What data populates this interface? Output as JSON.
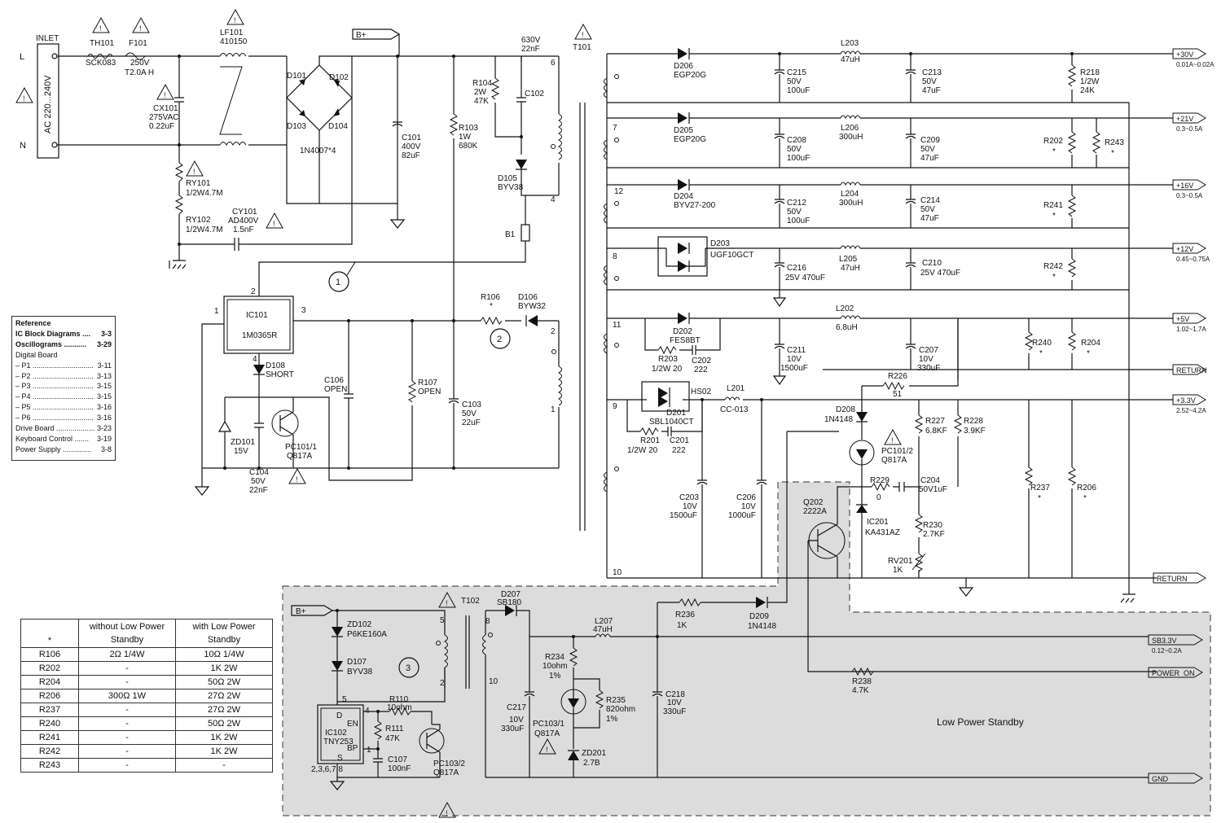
{
  "inlet": {
    "title": "INLET",
    "voltage": "AC 220...240V",
    "line": "L",
    "neutral": "N"
  },
  "components": {
    "th101": {
      "ref": "TH101",
      "value": "SCK083"
    },
    "f101": {
      "ref": "F101",
      "value1": "250V",
      "value2": "T2.0A H"
    },
    "lf101": {
      "ref": "LF101",
      "value": "410150"
    },
    "cx101": {
      "ref": "CX101",
      "value1": "275VAC",
      "value2": "0.22uF"
    },
    "bridge": {
      "d101": "D101",
      "d102": "D102",
      "d103": "D103",
      "d104": "D104",
      "part": "1N4007*4"
    },
    "bplus": "B+",
    "ry101": {
      "ref": "RY101",
      "value": "1/2W4.7M"
    },
    "ry102": {
      "ref": "RY102",
      "value": "1/2W4.7M"
    },
    "cy101": {
      "ref": "CY101",
      "value1": "AD400V",
      "value2": "1.5nF"
    },
    "c101": {
      "ref": "C101",
      "value1": "400V",
      "value2": "82uF"
    },
    "r103": {
      "ref": "R103",
      "value1": "1W",
      "value2": "680K"
    },
    "snubber_cap": {
      "value1": "630V",
      "value2": "22nF"
    },
    "r104": {
      "ref": "R104",
      "value1": "2W",
      "value2": "47K"
    },
    "c102": {
      "ref": "C102"
    },
    "d105": {
      "ref": "D105",
      "value": "BYV38"
    },
    "t101": {
      "ref": "T101",
      "pin6": "6",
      "pin4": "4",
      "pin2": "2",
      "pin1": "1",
      "b1": "B1"
    },
    "ic101": {
      "ref": "IC101",
      "part": "1M0365R",
      "pin1": "1",
      "pin2": "2",
      "pin3": "3",
      "pin4": "4"
    },
    "d108": {
      "ref": "D108",
      "value": "SHORT"
    },
    "r106": {
      "ref": "R106",
      "star": "*"
    },
    "d106": {
      "ref": "D106",
      "value": "BYW32"
    },
    "c106": {
      "ref": "C106",
      "value": "OPEN"
    },
    "r107": {
      "ref": "R107",
      "value": "OPEN"
    },
    "c103": {
      "ref": "C103",
      "value1": "50V",
      "value2": "22uF"
    },
    "zd101": {
      "ref": "ZD101",
      "value": "15V"
    },
    "c104": {
      "ref": "C104",
      "value1": "50V",
      "value2": "22nF"
    },
    "pc101_1": {
      "ref": "PC101/1",
      "value": "Q817A"
    },
    "markers": {
      "m1": "1",
      "m2": "2",
      "m3": "3"
    }
  },
  "secondary": {
    "pins": {
      "p7": "7",
      "p12": "12",
      "p8": "8",
      "p11": "11",
      "p9": "9",
      "p10": "10"
    },
    "d206": {
      "ref": "D206",
      "value": "EGP20G"
    },
    "d205": {
      "ref": "D205",
      "value": "EGP20G"
    },
    "d204": {
      "ref": "D204",
      "value": "BYV27-200"
    },
    "d203": {
      "ref": "D203",
      "value": "UGF10GCT"
    },
    "d202": {
      "ref": "D202",
      "value": "FES8BT"
    },
    "d201": {
      "ref": "D201",
      "value": "SBL1040CT"
    },
    "hs02": "HS02",
    "l201": {
      "ref": "L201",
      "value": "CC-013"
    },
    "r203": {
      "ref": "R203",
      "value": "1/2W 20"
    },
    "c202": {
      "ref": "C202",
      "value": "222"
    },
    "r201": {
      "ref": "R201",
      "value": "1/2W 20"
    },
    "c201": {
      "ref": "C201",
      "value": "222"
    },
    "c215": {
      "ref": "C215",
      "value1": "50V",
      "value2": "100uF"
    },
    "l203": {
      "ref": "L203",
      "value": "47uH"
    },
    "c213": {
      "ref": "C213",
      "value1": "50V",
      "value2": "47uF"
    },
    "r218": {
      "ref": "R218",
      "value1": "1/2W",
      "value2": "24K"
    },
    "c208": {
      "ref": "C208",
      "value1": "50V",
      "value2": "100uF"
    },
    "l206": {
      "ref": "L206",
      "value": "300uH"
    },
    "c209": {
      "ref": "C209",
      "value1": "50V",
      "value2": "47uF"
    },
    "r202": {
      "ref": "R202",
      "star": "*"
    },
    "r243": {
      "ref": "R243",
      "star": "*"
    },
    "c212": {
      "ref": "C212",
      "value1": "50V",
      "value2": "100uF"
    },
    "l204": {
      "ref": "L204",
      "value": "300uH"
    },
    "c214": {
      "ref": "C214",
      "value1": "50V",
      "value2": "47uF"
    },
    "r241": {
      "ref": "R241",
      "star": "*"
    },
    "c216": {
      "ref": "C216",
      "value": "25V 470uF"
    },
    "l205": {
      "ref": "L205",
      "value": "47uH"
    },
    "c210": {
      "ref": "C210",
      "value": "25V 470uF"
    },
    "r242": {
      "ref": "R242",
      "star": "*"
    },
    "l202": {
      "ref": "L202",
      "value": "6.8uH"
    },
    "c211": {
      "ref": "C211",
      "value1": "10V",
      "value2": "1500uF"
    },
    "c207": {
      "ref": "C207",
      "value1": "10V",
      "value2": "330uF"
    },
    "r240": {
      "ref": "R240",
      "star": "*"
    },
    "r204": {
      "ref": "R204",
      "star": "*"
    },
    "r226": {
      "ref": "R226",
      "value": "51"
    },
    "d208": {
      "ref": "D208",
      "value": "1N4148"
    },
    "r227": {
      "ref": "R227",
      "value": "6.8KF"
    },
    "r228": {
      "ref": "R228",
      "value": "3.9KF"
    },
    "pc101_2": {
      "ref": "PC101/2",
      "value": "Q817A"
    },
    "r229": {
      "ref": "R229",
      "value": "0"
    },
    "c204": {
      "ref": "C204",
      "value": "50V1uF"
    },
    "ic201": {
      "ref": "IC201",
      "value": "KA431AZ"
    },
    "r230": {
      "ref": "R230",
      "value": "2.7KF"
    },
    "rv201": {
      "ref": "RV201",
      "value": "1K"
    },
    "q202": {
      "ref": "Q202",
      "value": "2222A"
    },
    "r237": {
      "ref": "R237",
      "star": "*"
    },
    "r206": {
      "ref": "R206",
      "star": "*"
    },
    "c203": {
      "ref": "C203",
      "value1": "10V",
      "value2": "1500uF"
    },
    "c206": {
      "ref": "C206",
      "value1": "10V",
      "value2": "1000uF"
    }
  },
  "rails": [
    {
      "label": "+30V",
      "range": "0.01A~0.02A"
    },
    {
      "label": "+21V",
      "range": "0.3~0.5A"
    },
    {
      "label": "+16V",
      "range": "0.3~0.5A"
    },
    {
      "label": "+12V",
      "range": "0.45~0.75A"
    },
    {
      "label": "+5V",
      "range": "1.02~1.7A"
    },
    {
      "label": "RETURN",
      "range": ""
    },
    {
      "label": "+3.3V",
      "range": "2.52~4.2A"
    },
    {
      "label": "RETURN",
      "range": ""
    }
  ],
  "standby": {
    "title": "Low Power Standby",
    "bplus": "B+",
    "zd102": {
      "ref": "ZD102",
      "value": "P6KE160A"
    },
    "d107": {
      "ref": "D107",
      "value": "BYV38"
    },
    "t102": {
      "ref": "T102",
      "p5": "5",
      "p2": "2",
      "p8": "8",
      "p10": "10"
    },
    "ic102": {
      "ref": "IC102",
      "part": "TNY253",
      "d": "D",
      "en": "EN",
      "bp": "BP",
      "s": "S",
      "pins": "2,3,6,7,8",
      "p4": "4",
      "p5": "5",
      "p1": "1"
    },
    "r110": {
      "ref": "R110",
      "value": "10ohm"
    },
    "r111": {
      "ref": "R111",
      "value": "47K"
    },
    "c107": {
      "ref": "C107",
      "value": "100nF"
    },
    "pc103_2": {
      "ref": "PC103/2",
      "value": "Q817A"
    },
    "d207": {
      "ref": "D207",
      "value": "SB180"
    },
    "l207": {
      "ref": "L207",
      "value": "47uH"
    },
    "c217": {
      "ref": "C217",
      "value1": "10V",
      "value2": "330uF"
    },
    "r234": {
      "ref": "R234",
      "value1": "10ohm",
      "value2": "1%"
    },
    "r235": {
      "ref": "R235",
      "value1": "820ohm",
      "value2": "1%"
    },
    "pc103_1": {
      "ref": "PC103/1",
      "value": "Q817A"
    },
    "zd201": {
      "ref": "ZD201",
      "value": "2.7B"
    },
    "c218": {
      "ref": "C218",
      "value1": "10V",
      "value2": "330uF"
    },
    "r236": {
      "ref": "R236",
      "value": "1K"
    },
    "d209": {
      "ref": "D209",
      "value": "1N4148"
    },
    "r238": {
      "ref": "R238",
      "value": "4.7K"
    },
    "outputs": [
      {
        "label": "SB3.3V",
        "range": "0.12~0.2A"
      },
      {
        "label": "POWER_ON",
        "range": ""
      },
      {
        "label": "GND",
        "range": ""
      }
    ]
  },
  "reference": {
    "title": "Reference",
    "rows": [
      {
        "label": "IC Block Diagrams ....",
        "page": "3-3",
        "bold": true
      },
      {
        "label": "Oscillograms ...........",
        "page": "3-29",
        "bold": true
      },
      {
        "label": "Digital Board",
        "page": "",
        "bold": false
      },
      {
        "label": "– P1 ..............................",
        "page": "3-11",
        "bold": false
      },
      {
        "label": "– P2 ..............................",
        "page": "3-13",
        "bold": false
      },
      {
        "label": "– P3 ..............................",
        "page": "3-15",
        "bold": false
      },
      {
        "label": "– P4 ..............................",
        "page": "3-15",
        "bold": false
      },
      {
        "label": "– P5 ..............................",
        "page": "3-16",
        "bold": false
      },
      {
        "label": "– P6 ..............................",
        "page": "3-16",
        "bold": false
      },
      {
        "label": "Drive Board ...................",
        "page": "3-23",
        "bold": false
      },
      {
        "label": "Keyboard Control .......",
        "page": "3-19",
        "bold": false
      },
      {
        "label": "Power Supply ..............",
        "page": "3-8",
        "bold": false
      }
    ]
  },
  "table": {
    "headers": [
      "*",
      "without Low Power Standby",
      "with Low Power Standby"
    ],
    "rows": [
      [
        "R106",
        "2Ω 1/4W",
        "10Ω 1/4W"
      ],
      [
        "R202",
        "-",
        "1K 2W"
      ],
      [
        "R204",
        "-",
        "50Ω 2W"
      ],
      [
        "R206",
        "300Ω 1W",
        "27Ω 2W"
      ],
      [
        "R237",
        "-",
        "27Ω 2W"
      ],
      [
        "R240",
        "-",
        "50Ω 2W"
      ],
      [
        "R241",
        "-",
        "1K 2W"
      ],
      [
        "R242",
        "-",
        "1K 2W"
      ],
      [
        "R243",
        "-",
        "-"
      ]
    ]
  }
}
